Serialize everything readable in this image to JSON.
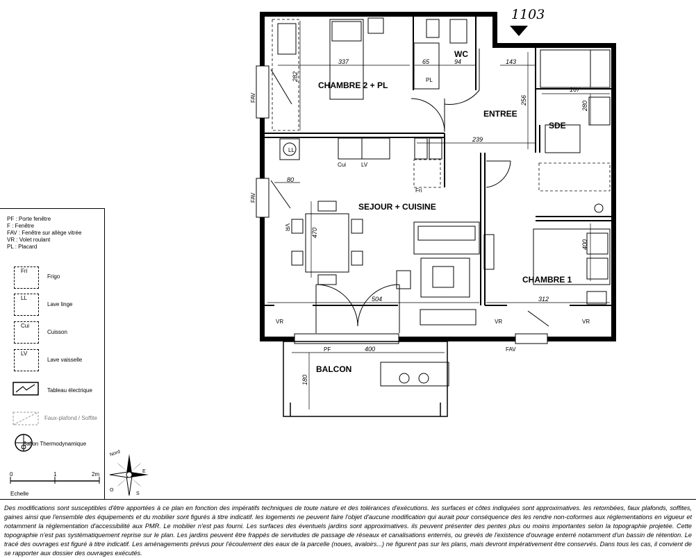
{
  "plan": {
    "unit_number": "1103",
    "rooms": {
      "chambre2": "CHAMBRE 2 + PL",
      "wc": "WC",
      "entree": "ENTREE",
      "sde": "SDE",
      "sejour": "SEJOUR + CUISINE",
      "chambre1": "CHAMBRE 1",
      "balcon": "BALCON"
    },
    "dimensions": {
      "d337": "337",
      "d65": "65",
      "d94": "94",
      "d143": "143",
      "d282": "282",
      "d256": "256",
      "d167": "167",
      "d280": "280",
      "d239": "239",
      "d80": "80",
      "d470": "470",
      "d400a": "400",
      "d504": "504",
      "d312": "312",
      "d400b": "400",
      "d180": "180"
    },
    "labels": {
      "fav_left1": "FAV",
      "fav_left2": "FAV",
      "fav_bottom": "FAV",
      "pl": "PL",
      "ll": "LL",
      "cui": "Cui",
      "lv": "LV",
      "fri": "Fri",
      "vr1": "VR",
      "vr2": "VR",
      "vr3": "VR",
      "vr_side": "VR",
      "pf": "PF"
    }
  },
  "legend": {
    "abbreviations": [
      "PF : Porte fenêtre",
      "F : Fenêtre",
      "FAV : Fenêtre sur allège vitrée",
      "VR : Volet roulant",
      "PL : Placard"
    ],
    "items": [
      {
        "code": "Fri",
        "label": "Frigo"
      },
      {
        "code": "LL",
        "label": "Lave linge"
      },
      {
        "code": "Cui",
        "label": "Cuisson"
      },
      {
        "code": "LV",
        "label": "Lave vaisselle"
      }
    ],
    "tableau": "Tableau électrique",
    "faux_plafond": "Faux-plafond / Soffite",
    "ballon": "Ballon Thermodynamique",
    "scale": {
      "t0": "0",
      "t1": "1",
      "t2": "2m",
      "label": "Echelle"
    },
    "compass": {
      "nord": "Nord",
      "e": "E",
      "s": "S",
      "o": "O"
    }
  },
  "disclaimer": "Des modifications sont susceptibles d'être apportées à ce plan en fonction des impératifs techniques de toute nature et des tolérances d'exécutions. les surfaces et côtes indiquées sont approximatives. les retombées, faux plafonds, soffites, gaines ainsi que l'ensemble des équipements et du mobilier sont figurés à titre indicatif. les logements ne peuvent faire l'objet d'aucune modification qui aurait pour conséquence des les rendre non-coformes aux réglementations en vigueur et notamment la réglementation d'accessibilité aux PMR. Le mobilier n'est pas fourni. Les surfaces des éventuels jardins sont approximatives. ils peuvent présenter des pentes plus ou moins importantes selon la topographie projetée. Cette topographie n'est pas systématiquement reprise sur le plan. Les jardins peuvent être frappés de servitudes de passage de réseaux et canalisations enterrés, ou grevés de l'existence d'ouvrage enterré notamment d'un bassin de rétention. Le tracé des ouvrages est figuré à titre indicatif. Les aménagements prévus pour l'écoulement des eaux de la parcelle (noues, avaloirs...) ne figurent pas sur les plans, mais devront impérativement être conservés. Dans tous les cas, il convient de se rapporter aux dossier des ouvrages exécutés."
}
